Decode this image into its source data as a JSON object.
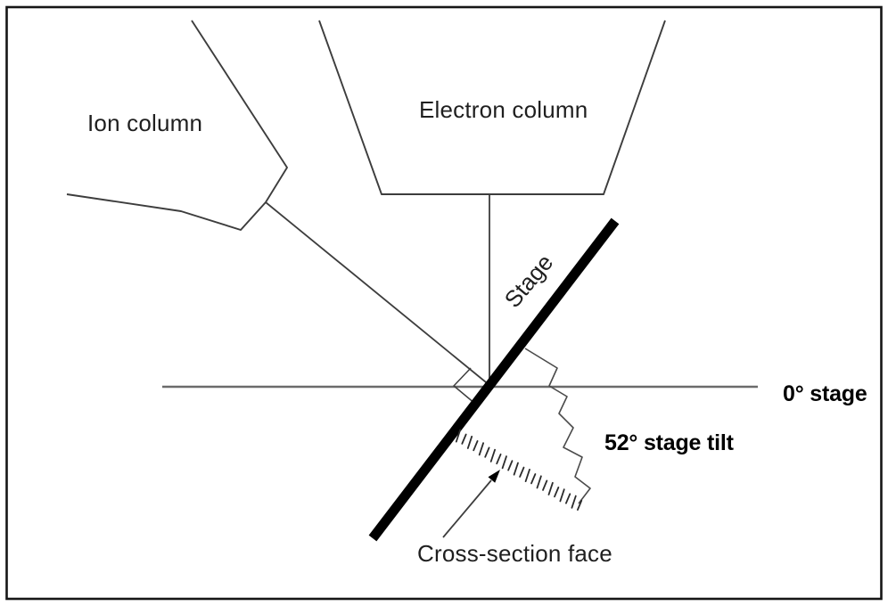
{
  "figure": {
    "labels": {
      "ion_column": "Ion column",
      "electron_column": "Electron column",
      "stage": "Stage",
      "zero_stage": "0° stage",
      "stage_tilt": "52° stage tilt",
      "cross_section_face": "Cross-section face"
    },
    "values": {
      "stage_tilt_degrees": 52,
      "reference_stage_degrees": 0
    },
    "colors": {
      "background": "#ffffff",
      "border": "#161616",
      "line": "#3d3d3d",
      "zigzag_line": "#4a4a4a",
      "horizontal_line": "#6b6b6b",
      "hatch_line": "#2b2b2b",
      "stage_bar": "#000000",
      "text": "#1f1f1f",
      "text_bold": "#000000"
    }
  }
}
